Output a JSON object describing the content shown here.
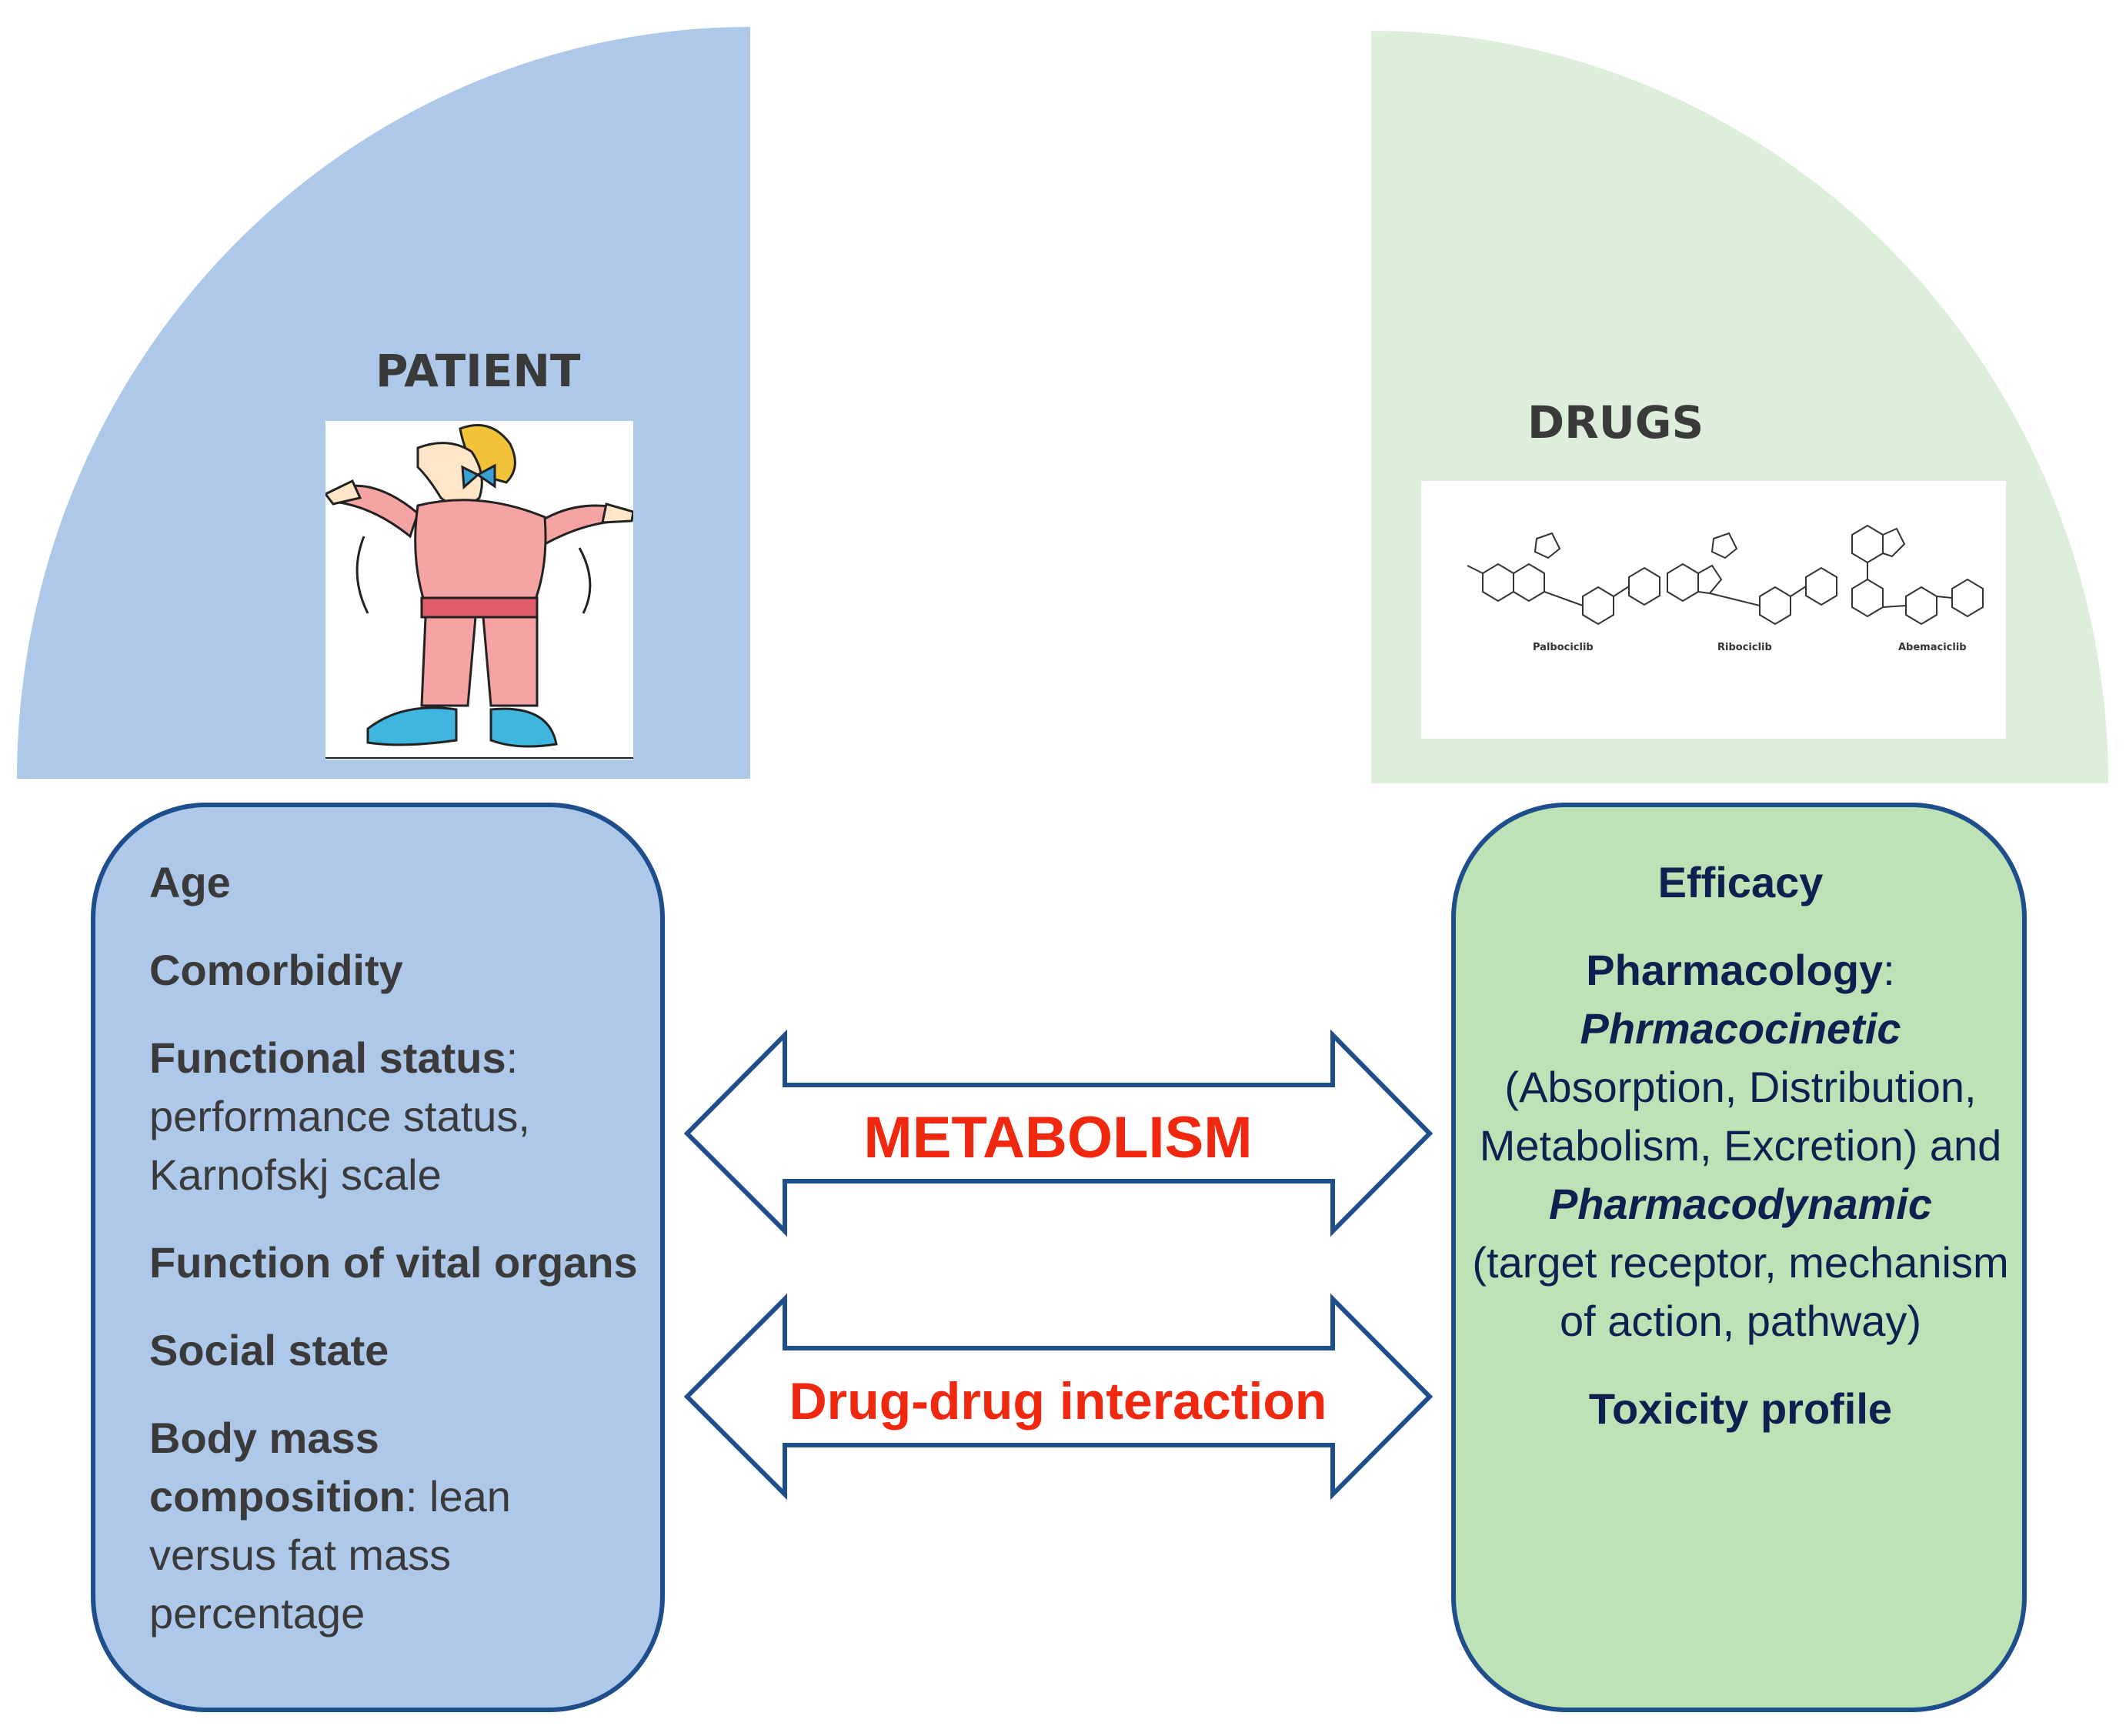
{
  "patient": {
    "title": "PATIENT",
    "image_description_icon": "patient-cartoon-icon",
    "items": [
      {
        "bold": "Age",
        "rest": ""
      },
      {
        "bold": "Comorbidity",
        "rest": ""
      },
      {
        "bold": "Functional status",
        "rest": ": performance status, Karnofskj scale"
      },
      {
        "bold": "Function of vital organs",
        "rest": ""
      },
      {
        "bold": "Social state",
        "rest": ""
      },
      {
        "bold": "Body mass composition",
        "rest": ": lean versus fat mass percentage"
      }
    ]
  },
  "drugs": {
    "title": "DRUGS",
    "structures": [
      "Palbociclib",
      "Ribociclib",
      "Abemaciclib"
    ],
    "efficacy": "Efficacy",
    "pharmacology_label": "Pharmacology",
    "pharmacology_colon": ":",
    "pharmacokinetic_label": "Phrmacocinetic",
    "pharmacokinetic_text": "(Absorption, Distribution, Metabolism, Excretion) and",
    "pharmacodynamic_label": "Pharmacodynamic",
    "pharmacodynamic_text": "(target receptor, mechanism of action, pathway)",
    "toxicity": "Toxicity profile"
  },
  "arrows": {
    "top_label": "METABOLISM",
    "bottom_label": "Drug-drug interaction"
  },
  "colors": {
    "patient_fill": "#aec8ea",
    "drugs_fill": "#ddefdb",
    "drugs_box_fill": "#bde2b6",
    "border": "#1f4e8c",
    "accent_red": "#f0280f"
  }
}
